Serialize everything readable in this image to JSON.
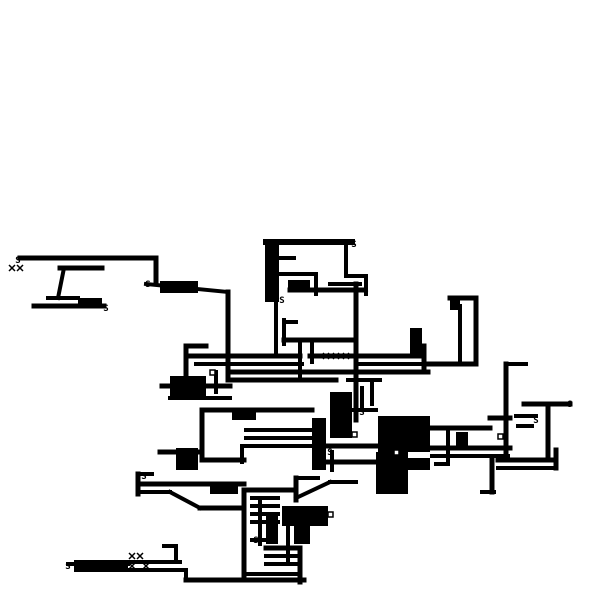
{
  "screen": {
    "background": "#ffffff",
    "ink": "#000000"
  },
  "map": {
    "description_visible_text": "none",
    "spawn_markers": [
      {
        "label": "S"
      },
      {
        "label": "S"
      },
      {
        "label": "S"
      },
      {
        "label": "S"
      },
      {
        "label": "S"
      },
      {
        "label": "S"
      },
      {
        "label": "S"
      },
      {
        "label": "S"
      },
      {
        "label": "S"
      },
      {
        "label": "S"
      },
      {
        "label": "S"
      },
      {
        "label": "S"
      },
      {
        "label": "S"
      }
    ]
  }
}
